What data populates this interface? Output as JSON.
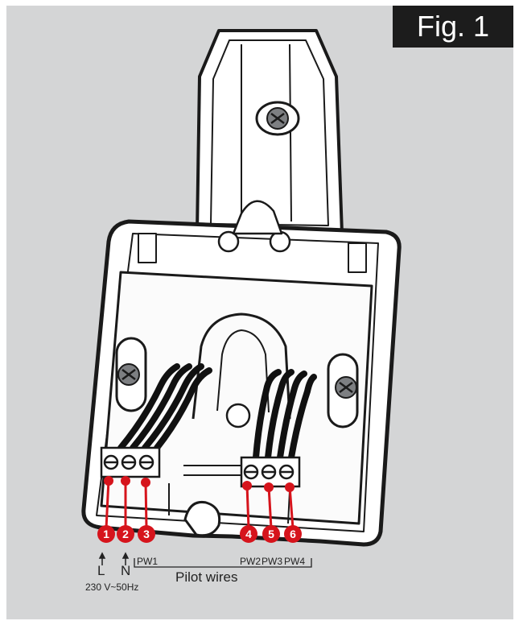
{
  "figure": {
    "label": "Fig. 1"
  },
  "markers": [
    {
      "number": "1"
    },
    {
      "number": "2"
    },
    {
      "number": "3"
    },
    {
      "number": "4"
    },
    {
      "number": "5"
    },
    {
      "number": "6"
    }
  ],
  "labels": {
    "live": "L",
    "neutral": "N",
    "pw1": "PW1",
    "pw2": "PW2",
    "pw3": "PW3",
    "pw4": "PW4",
    "voltage": "230 V~50Hz",
    "pilot_wires": "Pilot wires"
  },
  "colors": {
    "marker": "#d6141c",
    "panel": "#d4d5d6",
    "badge": "#1c1c1c",
    "wire": "#111111",
    "plate": "#ffffff"
  }
}
